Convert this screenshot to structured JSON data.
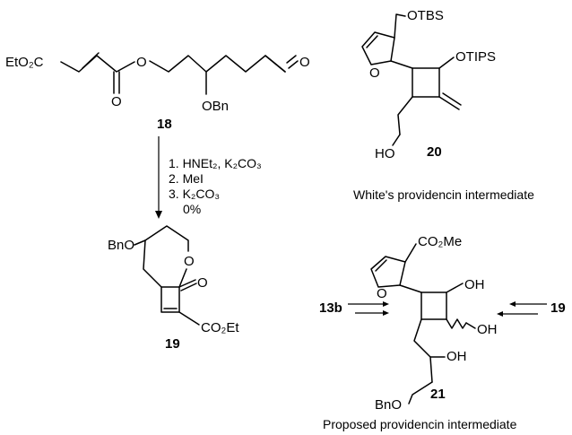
{
  "compounds": {
    "c18": {
      "label": "18",
      "ester_group": "EtO₂C",
      "obn": "OBn",
      "carbonyl_o": "O",
      "ester_o": "O",
      "aldehyde_o": "O"
    },
    "c19": {
      "label": "19",
      "bno": "BnO",
      "ring_o": "O",
      "carbonyl_o": "O",
      "ester": "CO₂Et"
    },
    "c20": {
      "label": "20",
      "otbs": "OTBS",
      "otips": "OTIPS",
      "ho": "HO",
      "furan_o": "O",
      "caption": "White's providencin intermediate"
    },
    "c21": {
      "label": "21",
      "co2me": "CO₂Me",
      "oh_top": "OH",
      "oh_right": "OH",
      "oh_chain": "OH",
      "bno": "BnO",
      "furan_o": "O",
      "caption": "Proposed providencin intermediate"
    }
  },
  "conditions": {
    "step1": "1. HNEt₂, K₂CO₃",
    "step2": "2. MeI",
    "step3": "3. K₂CO₃",
    "yield": "0%"
  },
  "arrow_labels": {
    "left": "13b",
    "right": "19"
  }
}
